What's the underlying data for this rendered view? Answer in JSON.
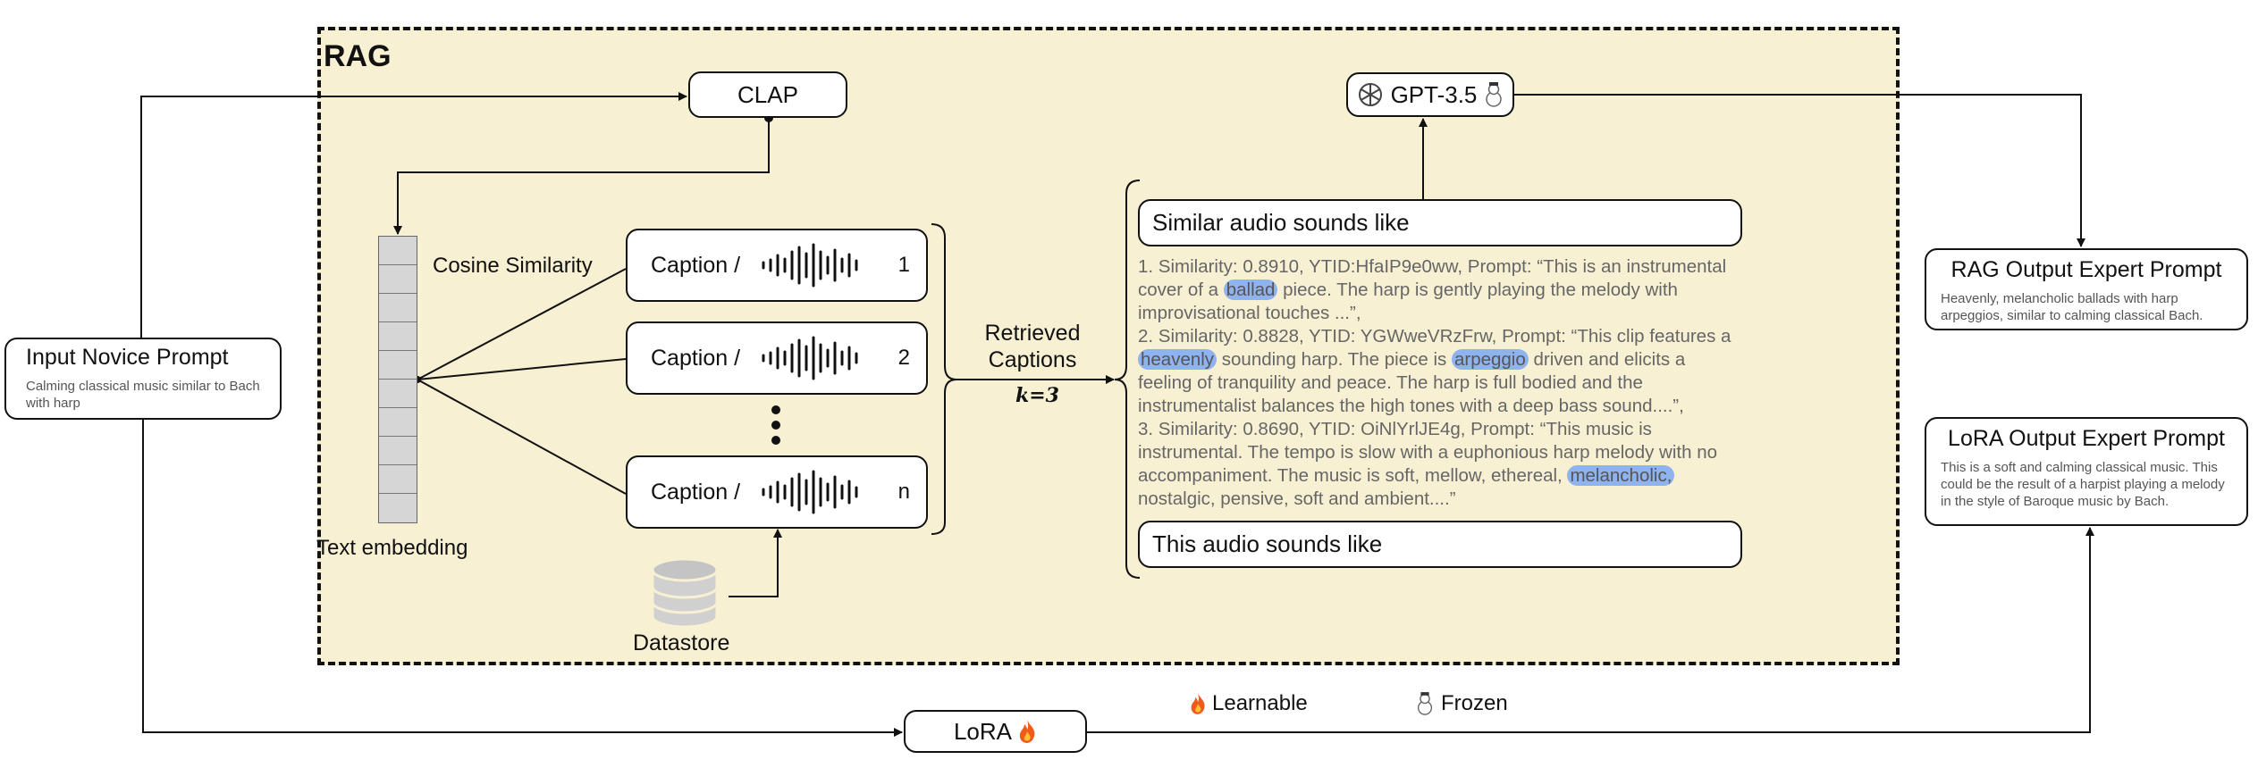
{
  "rag": {
    "title": "RAG"
  },
  "nodes": {
    "clap": "CLAP",
    "gpt": "GPT-3.5",
    "lora": "LoRA"
  },
  "input_prompt": {
    "title": "Input Novice Prompt",
    "text": "Calming classical music similar to Bach with harp"
  },
  "rag_output": {
    "title": "RAG Output Expert Prompt",
    "text": "Heavenly, melancholic ballads with harp arpeggios, similar to calming classical Bach."
  },
  "lora_output": {
    "title": "LoRA Output Expert Prompt",
    "text": "This is a soft and calming classical music. This could be the result of a harpist playing a melody in the style of Baroque music by Bach."
  },
  "labels": {
    "cosine": "Cosine Similarity",
    "text_embedding": "Text embedding",
    "datastore": "Datastore",
    "retrieved": "Retrieved",
    "captions": "Captions",
    "k": "k=3"
  },
  "captions": [
    {
      "label": "Caption /",
      "index": "1"
    },
    {
      "label": "Caption /",
      "index": "2"
    },
    {
      "label": "Caption /",
      "index": "n"
    }
  ],
  "prompt_boxes": {
    "similar": "Similar audio sounds like",
    "this": "This audio sounds like"
  },
  "retrieved_text": {
    "l1": "1. Similarity: 0.8910, YTID:HfaIP9e0ww, Prompt: “This is an instrumental",
    "l2a": "cover of a",
    "l2hl": "ballad",
    "l2b": "piece. The harp is gently playing the melody with",
    "l3": "improvisational touches ...”,",
    "l4": "2. Similarity: 0.8828, YTID: YGWweVRzFrw, Prompt: “This clip features a",
    "l5hl1": "heavenly",
    "l5a": "sounding harp. The piece is",
    "l5hl2": "arpeggio",
    "l5b": "driven and elicits a",
    "l6": "feeling of tranquility and peace. The harp is full bodied and the",
    "l7": "instrumentalist balances the high tones with a deep bass sound....”,",
    "l8": "3. Similarity: 0.8690, YTID: OiNlYrlJE4g, Prompt: “This music is",
    "l9": "instrumental. The tempo is slow with a euphonious harp melody with no",
    "l10a": "accompaniment. The music is soft, mellow, ethereal,",
    "l10hl": "melancholic,",
    "l11": "nostalgic, pensive, soft and ambient....”"
  },
  "legend": {
    "learnable": "Learnable",
    "frozen": "Frozen",
    "learnable_icon": "fire-icon",
    "frozen_icon": "snowman-icon"
  },
  "colors": {
    "rag_background": "#f7f0d3",
    "highlight": "#8fb3ee"
  }
}
